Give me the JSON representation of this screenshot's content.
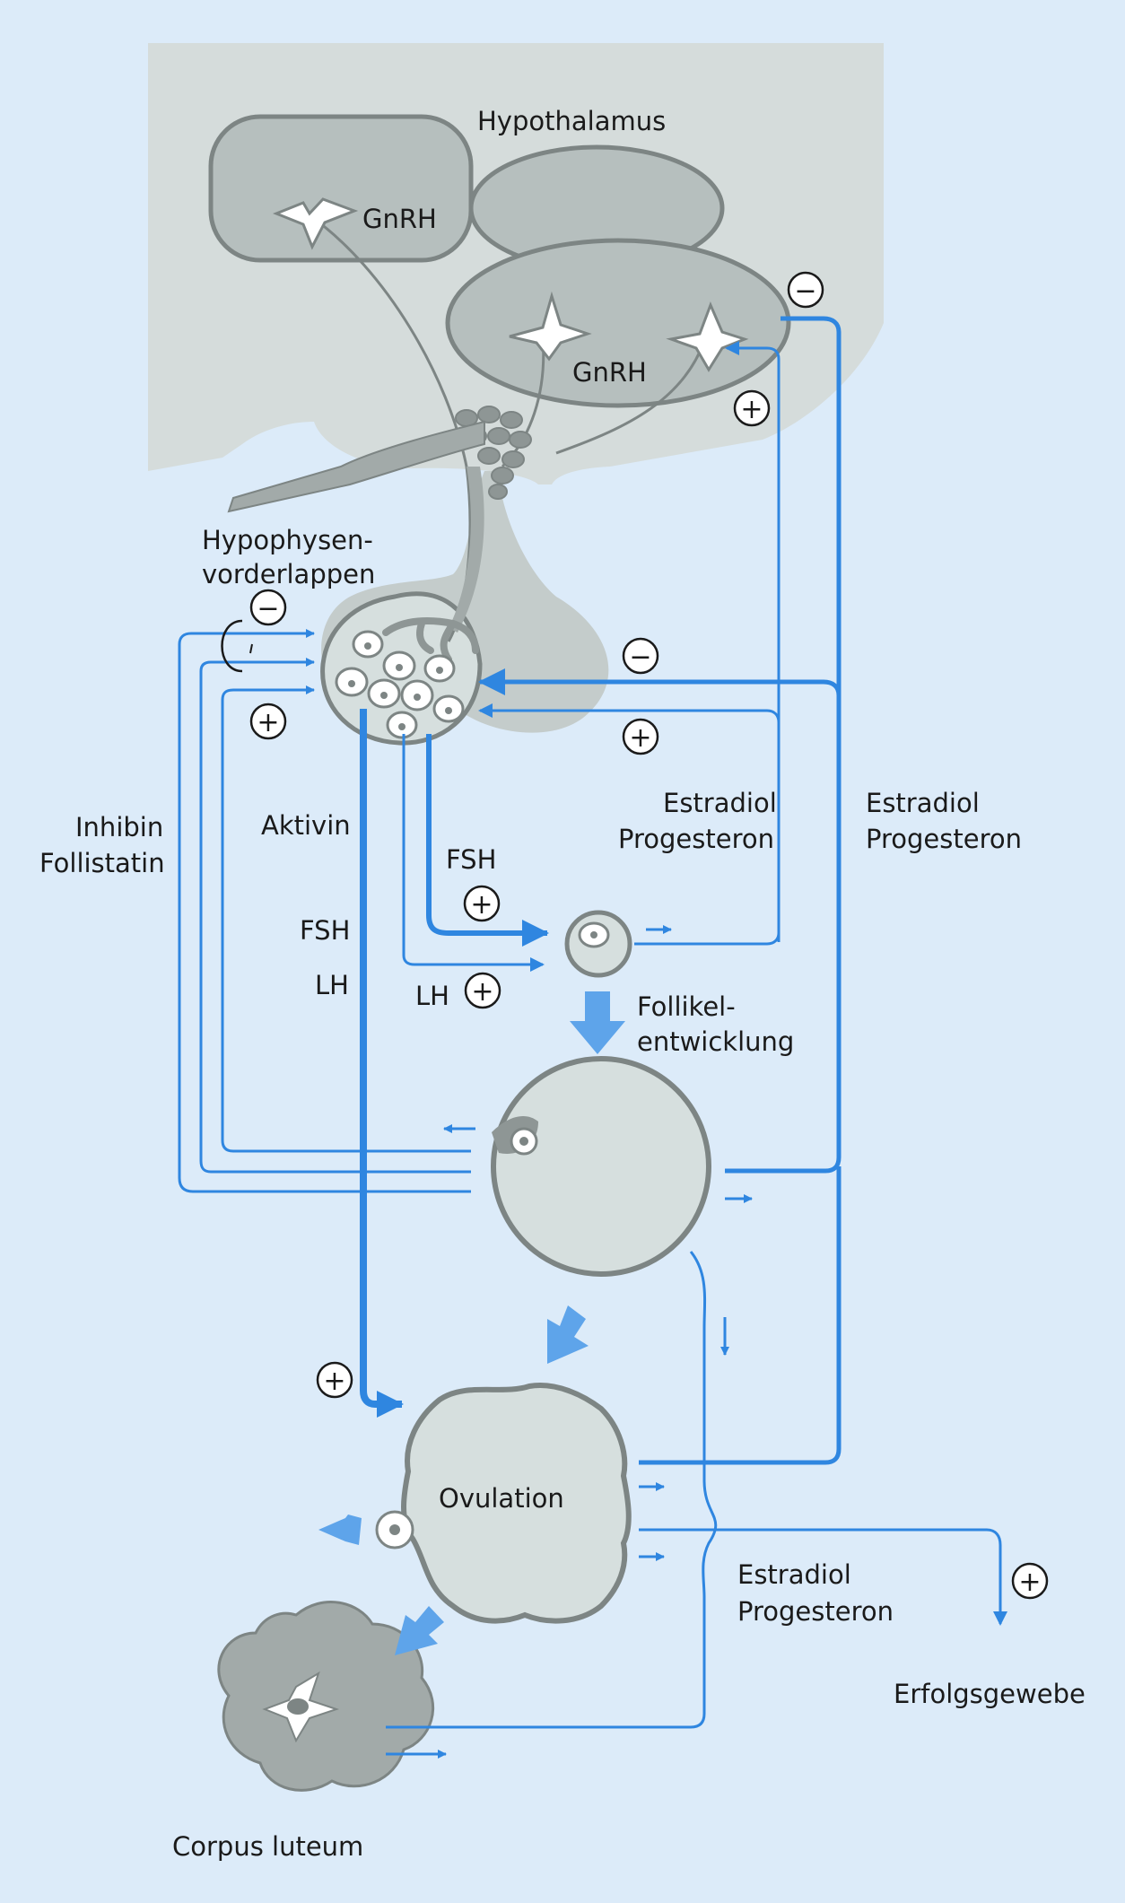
{
  "labels": {
    "hypothalamus": "Hypothalamus",
    "gnrh_1": "GnRH",
    "gnrh_2": "GnRH",
    "hypophysen_1": "Hypophysen-",
    "hypophysen_2": "vorderlappen",
    "inhibin": "Inhibin",
    "follistatin": "Follistatin",
    "aktivin": "Aktivin",
    "fsh_left": "FSH",
    "lh_left": "LH",
    "fsh_mid": "FSH",
    "lh_mid": "LH",
    "estradiol_mid": "Estradiol",
    "progesteron_mid": "Progesteron",
    "estradiol_right": "Estradiol",
    "progesteron_right": "Progesteron",
    "follikel_1": "Follikel-",
    "follikel_2": "entwicklung",
    "ovulation": "Ovulation",
    "estradiol_bottom": "Estradiol",
    "progesteron_bottom": "Progesteron",
    "erfolgsgewebe": "Erfolgsgewebe",
    "corpus_luteum": "Corpus luteum"
  },
  "signs": {
    "plus": "+",
    "minus": "−"
  },
  "colors": {
    "background": "#dcebf9",
    "brain": "#d5dcdb",
    "nucleus": "#b6bfbe",
    "outline": "#7d8584",
    "arrow_blue": "#2f86e0",
    "arrow_light": "#5ea4ea",
    "follicle_fill": "#d6dfde"
  }
}
